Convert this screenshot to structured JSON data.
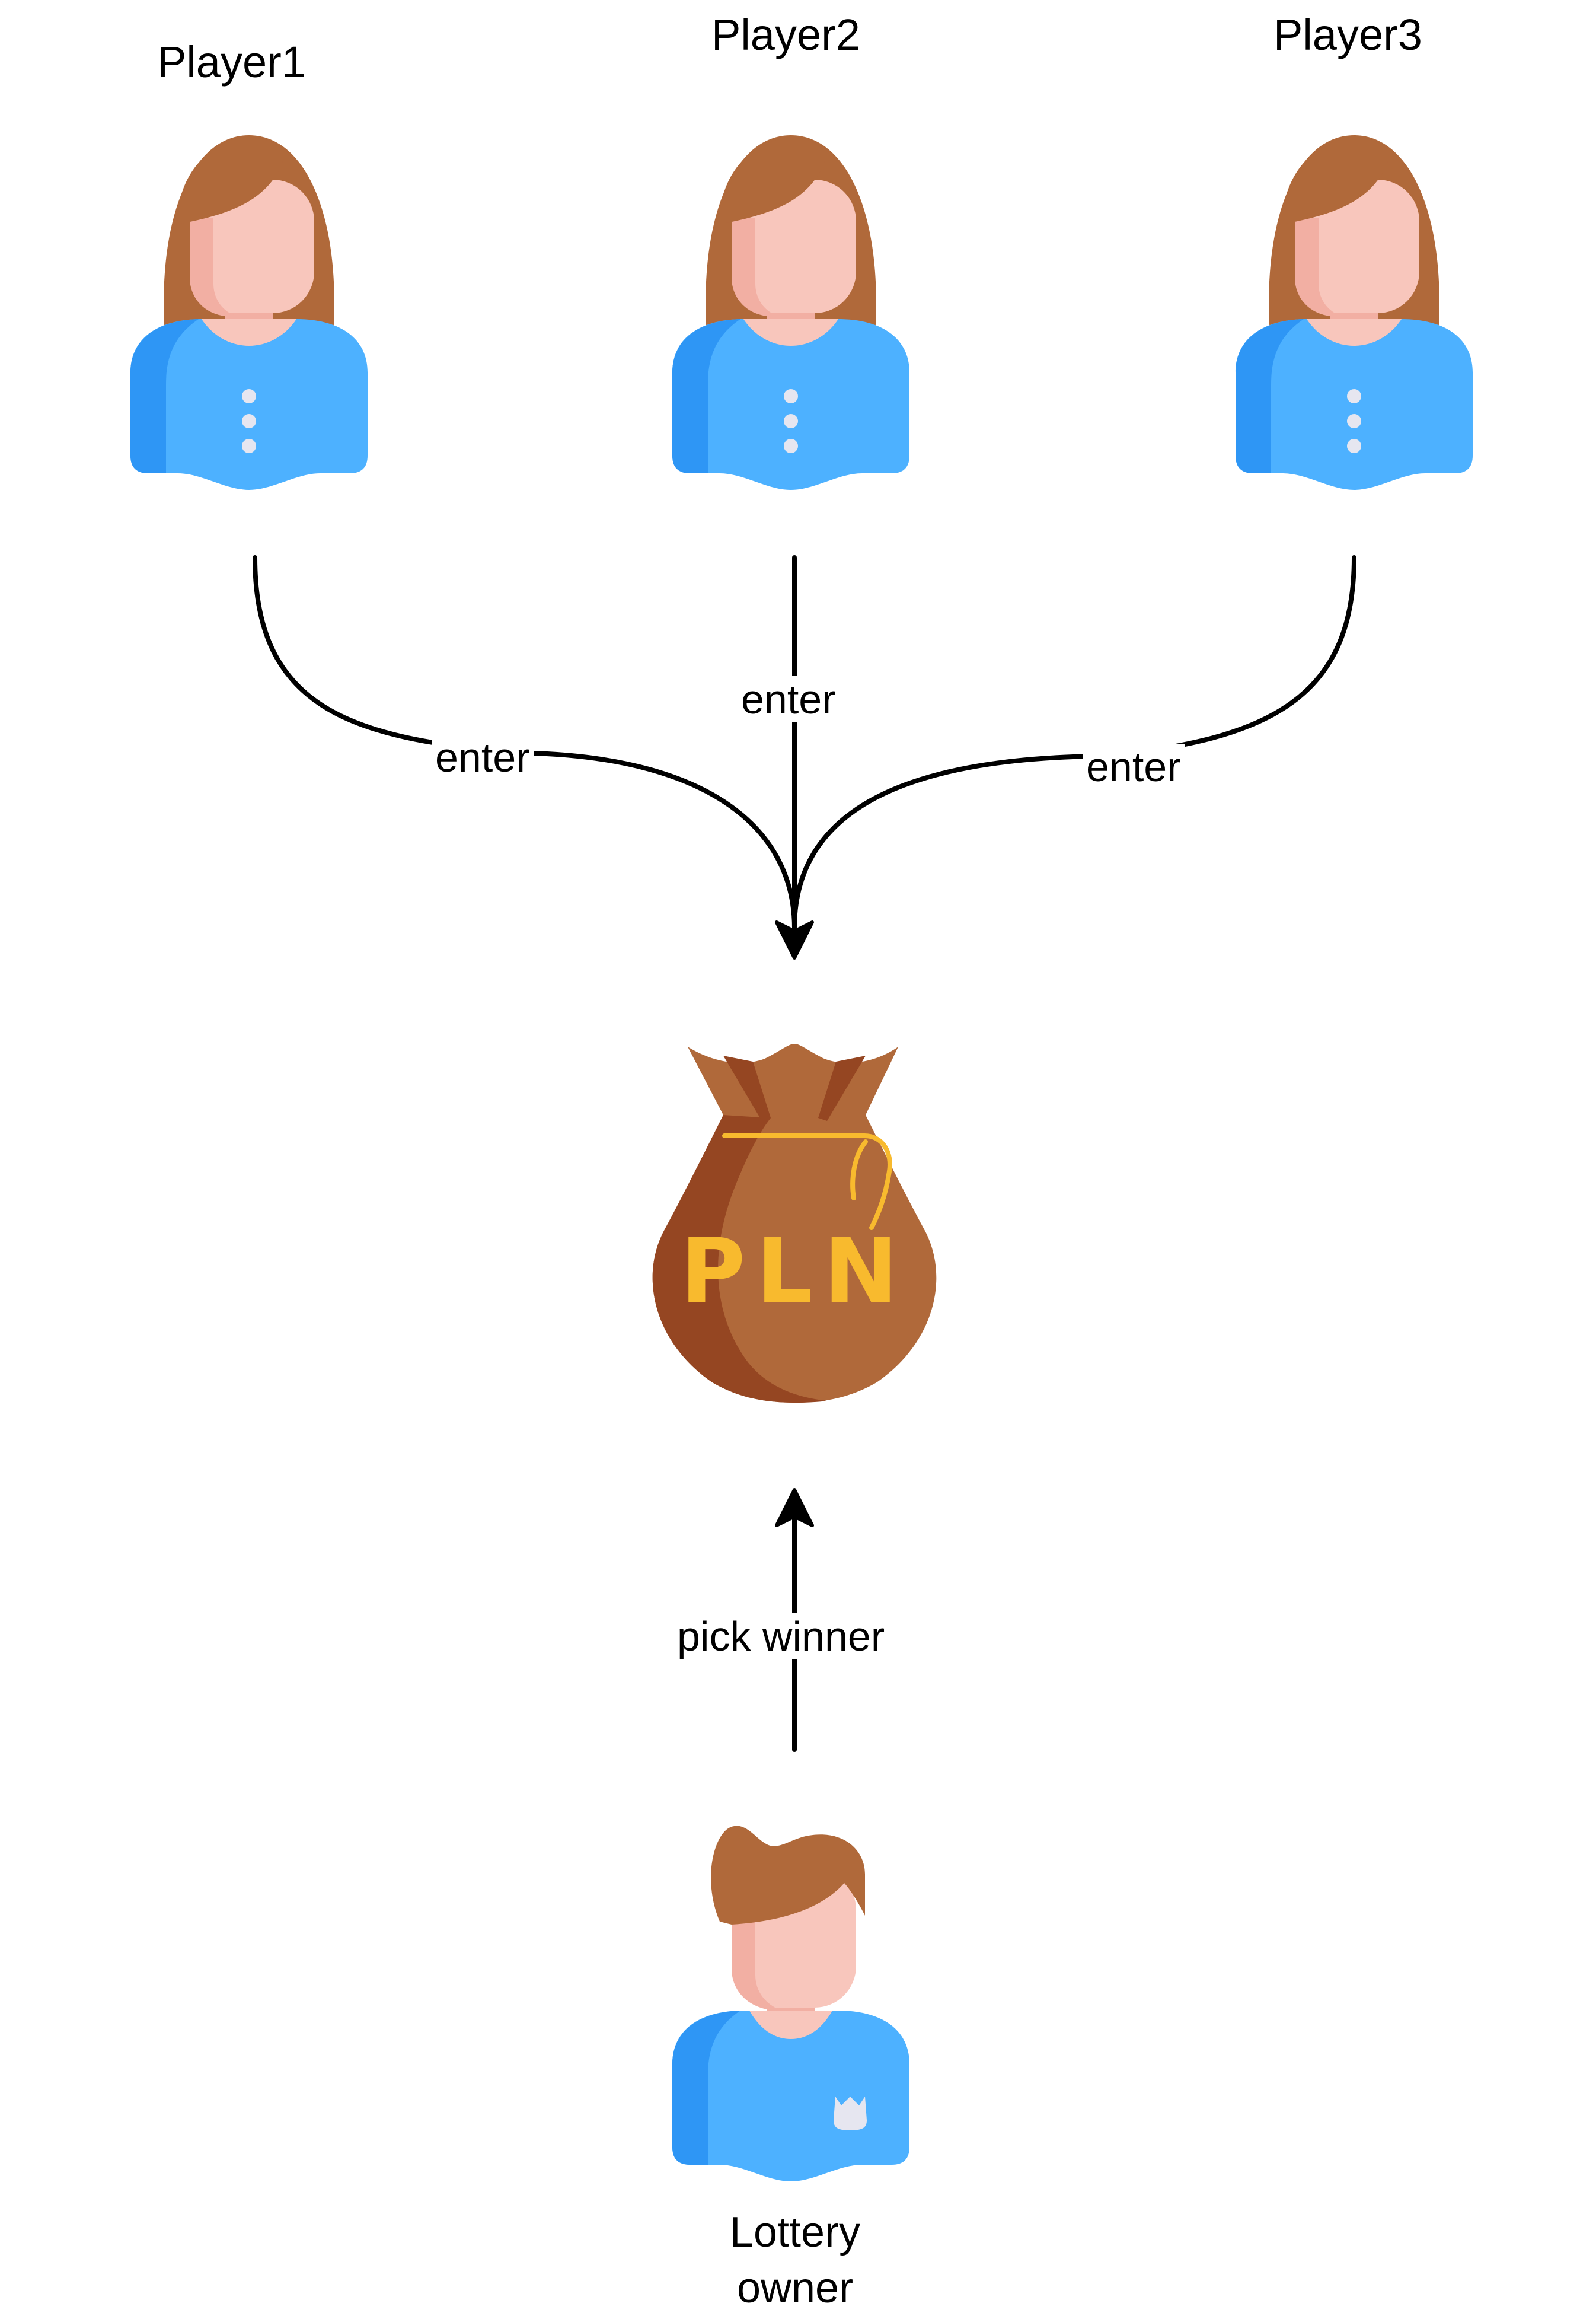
{
  "players": [
    {
      "name": "Player1"
    },
    {
      "name": "Player2"
    },
    {
      "name": "Player3"
    }
  ],
  "edges": {
    "enter_label": "enter",
    "pick_winner_label": "pick winner"
  },
  "pot": {
    "currency": "PLN"
  },
  "owner": {
    "label": "Lottery\nowner"
  },
  "colors": {
    "hair": "#B0693A",
    "skin": "#F8C6BC",
    "skin_shadow": "#F2AFA3",
    "shirt": "#4DB1FF",
    "shirt_shadow": "#2E96F5",
    "button": "#E6E6F0",
    "bag": "#B0693A",
    "bag_shadow": "#954622",
    "bag_tie": "#F8BA2E",
    "line": "#000000"
  }
}
